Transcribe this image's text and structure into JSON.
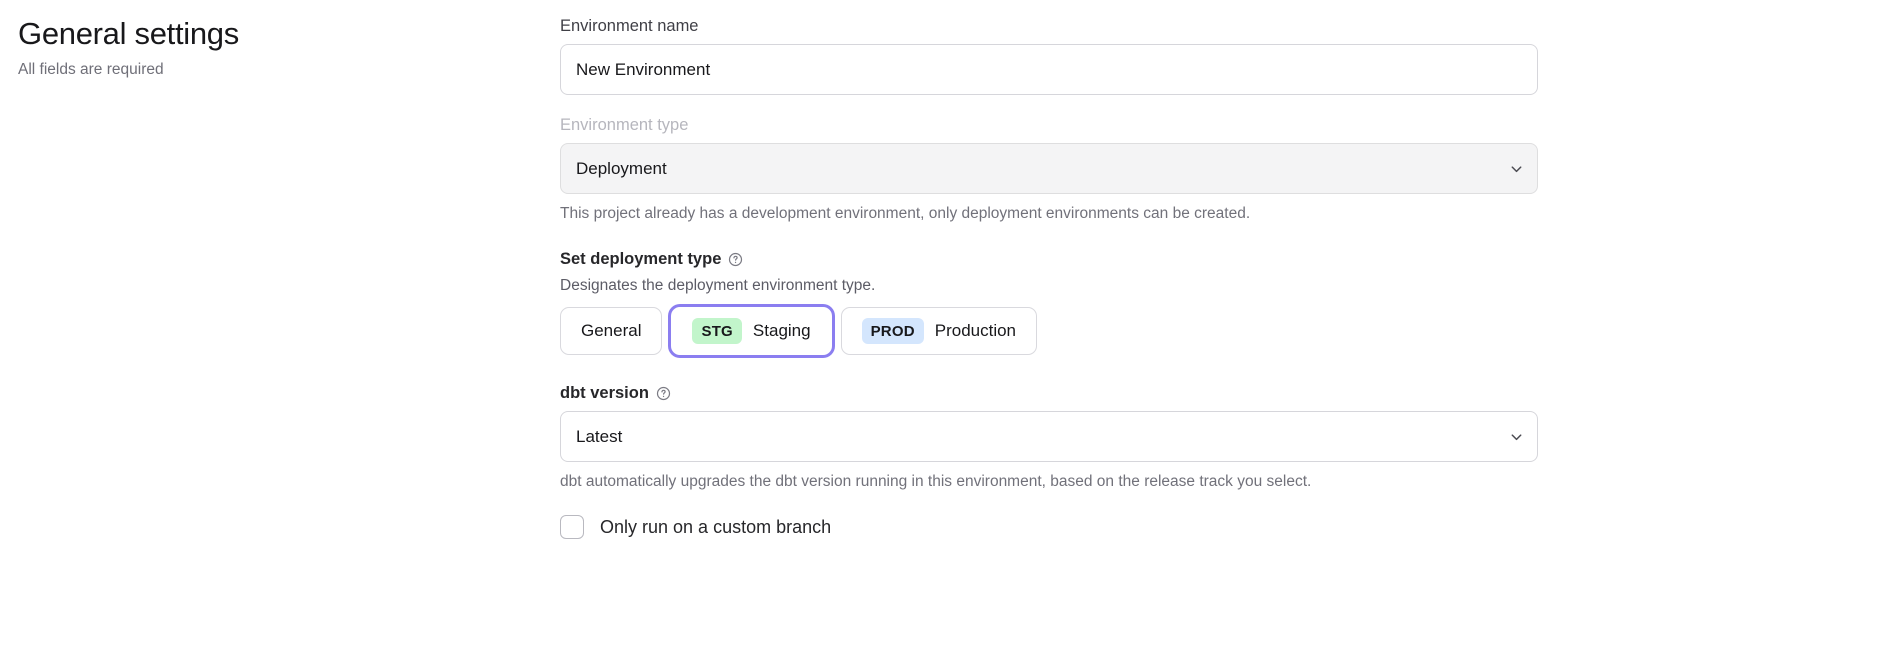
{
  "left": {
    "title": "General settings",
    "subtitle": "All fields are required"
  },
  "form": {
    "environment_name": {
      "label": "Environment name",
      "value": "New Environment",
      "placeholder": "Environment name"
    },
    "environment_type": {
      "label": "Environment type",
      "value": "Deployment",
      "helper": "This project already has a development environment, only deployment environments can be created.",
      "chevron_icon": "chevron-down-icon",
      "disabled": true
    },
    "deployment_type": {
      "label": "Set deployment type",
      "help_icon": "question-circle-icon",
      "description": "Designates the deployment environment type.",
      "options": [
        {
          "badge": "",
          "label": "General",
          "selected": false
        },
        {
          "badge": "STG",
          "label": "Staging",
          "selected": true
        },
        {
          "badge": "PROD",
          "label": "Production",
          "selected": false
        }
      ]
    },
    "dbt_version": {
      "label": "dbt version",
      "help_icon": "question-circle-icon",
      "value": "Latest",
      "helper": "dbt automatically upgrades the dbt version running in this environment, based on the release track you select.",
      "chevron_icon": "chevron-down-icon"
    },
    "custom_branch": {
      "label": "Only run on a custom branch",
      "checked": false
    }
  },
  "colors": {
    "focus_ring": "#8b7ef0",
    "badge_staging_bg": "#c2f5cb",
    "badge_production_bg": "#d4e6fd",
    "disabled_field_bg": "#f4f4f5"
  }
}
